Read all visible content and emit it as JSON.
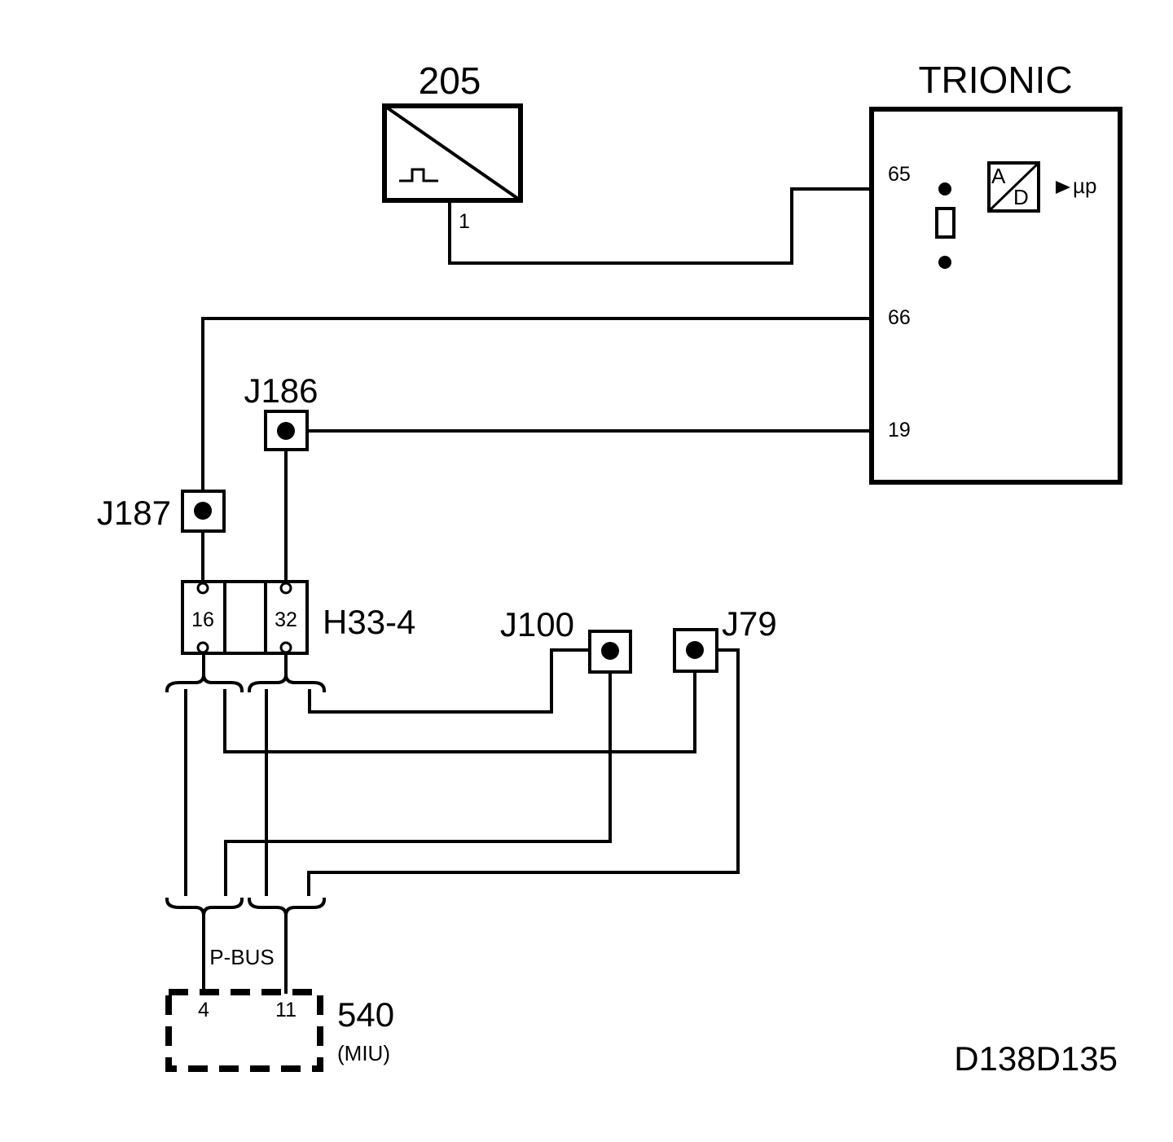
{
  "components": {
    "sensor": {
      "label": "205",
      "pin": "1"
    },
    "ecu": {
      "label": "TRIONIC",
      "pins": [
        "65",
        "66",
        "19"
      ],
      "adc": {
        "a": "A",
        "d": "D",
        "output": "µp"
      }
    },
    "j186": {
      "label": "J186"
    },
    "j187": {
      "label": "J187"
    },
    "j100": {
      "label": "J100"
    },
    "j79": {
      "label": "J79"
    },
    "connector": {
      "label": "H33-4",
      "pins": [
        "16",
        "32"
      ]
    },
    "miu": {
      "label": "540",
      "sublabel": "(MIU)",
      "pins": [
        "4",
        "11"
      ]
    }
  },
  "bus": {
    "label": "P-BUS"
  },
  "drawing_id": "D138D135"
}
